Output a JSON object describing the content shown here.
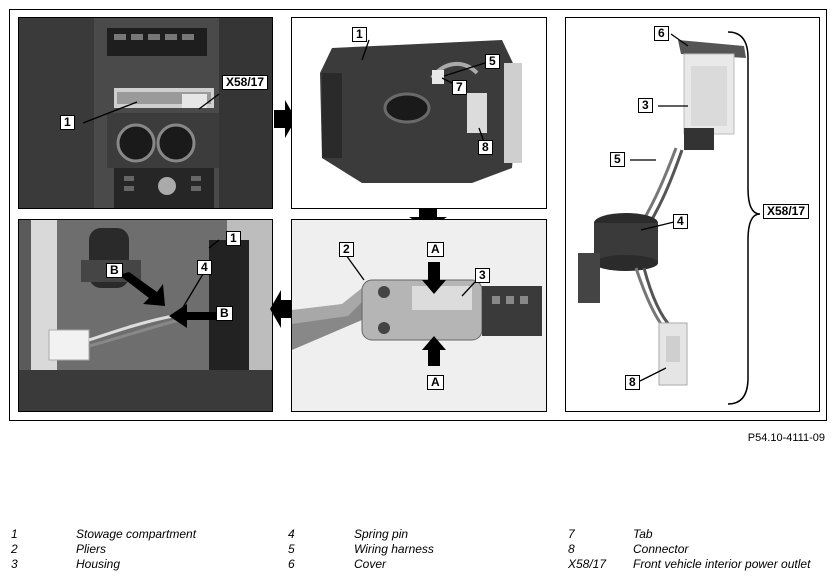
{
  "callouts": {
    "p1": {
      "n1": "1",
      "x5817": "X58/17"
    },
    "p2": {
      "n1": "1",
      "n5": "5",
      "n7": "7",
      "n8": "8"
    },
    "p3": {
      "n6": "6",
      "n3": "3",
      "n5": "5",
      "n4": "4",
      "n8": "8",
      "x5817": "X58/17"
    },
    "p4": {
      "n1": "1",
      "n4": "4",
      "b1": "B",
      "b2": "B"
    },
    "p5": {
      "n2": "2",
      "n3": "3",
      "a1": "A",
      "a2": "A"
    }
  },
  "reference": "P54.10-4111-09",
  "legend": [
    {
      "num": "1",
      "text": "Stowage compartment"
    },
    {
      "num": "2",
      "text": "Pliers"
    },
    {
      "num": "3",
      "text": "Housing"
    },
    {
      "num": "4",
      "text": "Spring pin"
    },
    {
      "num": "5",
      "text": "Wiring harness"
    },
    {
      "num": "6",
      "text": "Cover"
    },
    {
      "num": "7",
      "text": "Tab"
    },
    {
      "num": "8",
      "text": "Connector"
    },
    {
      "num": "X58/17",
      "text": "Front vehicle interior power outlet"
    }
  ]
}
